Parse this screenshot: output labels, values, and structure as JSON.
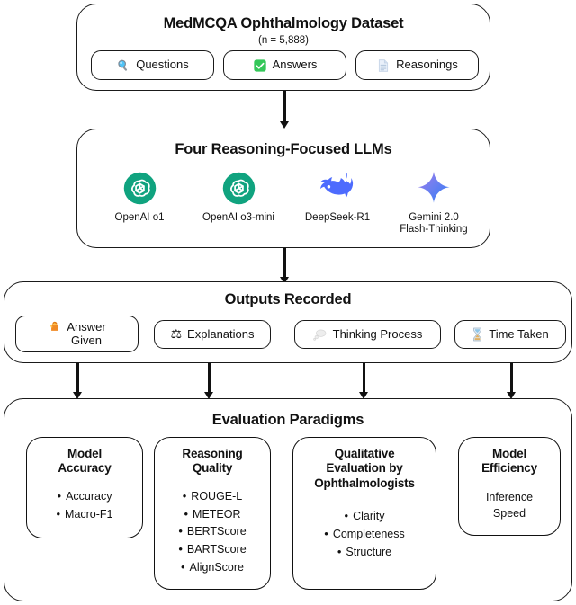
{
  "diagram": {
    "title": "MedMCQA Ophthalmology study pipeline flowchart",
    "stages": [
      {
        "id": "dataset",
        "title": "MedMCQA Ophthalmology Dataset",
        "subtitle": "(n = 5,888)",
        "chips": [
          {
            "label": "Questions",
            "icon": "magnifying-glass-icon"
          },
          {
            "label": "Answers",
            "icon": "green-check-box-icon"
          },
          {
            "label": "Reasonings",
            "icon": "document-page-icon"
          }
        ]
      },
      {
        "id": "models",
        "title": "Four Reasoning-Focused LLMs",
        "models": [
          {
            "name": "OpenAI o1",
            "logo": "openai-logo-icon"
          },
          {
            "name": "OpenAI o3-mini",
            "logo": "openai-logo-icon"
          },
          {
            "name": "DeepSeek-R1",
            "logo": "deepseek-whale-logo-icon"
          },
          {
            "name": "Gemini 2.0\nFlash-Thinking",
            "logo": "gemini-sparkle-logo-icon"
          }
        ]
      },
      {
        "id": "outputs",
        "title": "Outputs Recorded",
        "chips": [
          {
            "label": "Answer\nGiven",
            "icon": "raising-hand-icon"
          },
          {
            "label": "Explanations",
            "icon": "balance-scale-icon"
          },
          {
            "label": "Thinking Process",
            "icon": "thought-bubble-icon"
          },
          {
            "label": "Time Taken",
            "icon": "hourglass-icon"
          }
        ]
      },
      {
        "id": "evaluation",
        "title": "Evaluation Paradigms",
        "cards": [
          {
            "title": "Model\nAccuracy",
            "bullets": [
              "Accuracy",
              "Macro-F1"
            ],
            "plain": ""
          },
          {
            "title": "Reasoning\nQuality",
            "bullets": [
              "ROUGE-L",
              "METEOR",
              "BERTScore",
              "BARTScore",
              "AlignScore"
            ],
            "plain": ""
          },
          {
            "title": "Qualitative\nEvaluation by\nOphthalmologists",
            "bullets": [
              "Clarity",
              "Completeness",
              "Structure"
            ],
            "plain": ""
          },
          {
            "title": "Model\nEfficiency",
            "bullets": [],
            "plain": "Inference\nSpeed"
          }
        ]
      }
    ],
    "colors": {
      "stroke": "#111111",
      "openai_green": "#10A37F",
      "deepseek_blue": "#4D6BFE",
      "gemini_purple": "#9168E0",
      "gemini_blue": "#3C8BFF",
      "check_green": "#34C759",
      "glass_blue": "#4FC3F7",
      "doc_blue": "#DDE6F4",
      "hand_orange": "#F5A623",
      "bubble_gray": "#E8E8E8",
      "hourglass_tan": "#E8C07D"
    }
  }
}
